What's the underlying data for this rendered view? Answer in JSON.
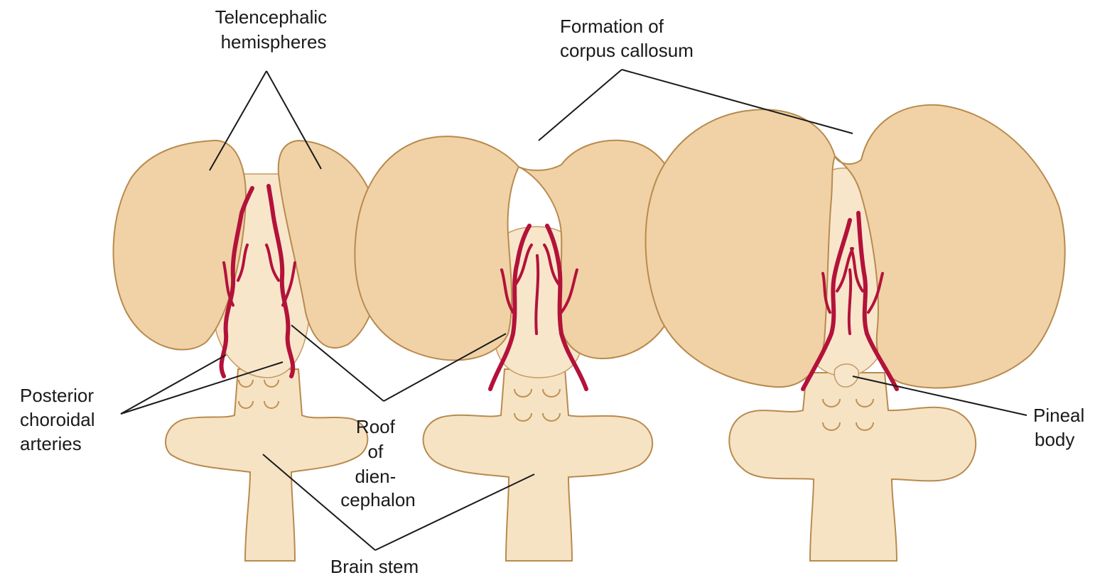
{
  "labels": {
    "telencephalic": [
      "Telencephalic",
      "hemispheres"
    ],
    "corpus_callosum": [
      "Formation of",
      "corpus callosum"
    ],
    "posterior_choroidal": [
      "Posterior",
      "choroidal",
      "arteries"
    ],
    "roof": [
      "Roof",
      "of",
      "dien-",
      "cephalon"
    ],
    "brain_stem": [
      "Brain stem"
    ],
    "pineal": [
      "Pineal",
      "body"
    ]
  },
  "colors": {
    "tissue": "#f0d2a6",
    "outline": "#b98a4e",
    "artery": "#b3123a",
    "leader": "#1a1a1a"
  }
}
